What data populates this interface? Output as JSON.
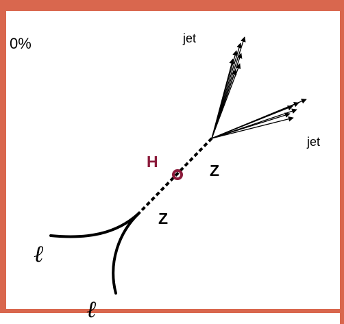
{
  "corner_text": "0%",
  "labels": {
    "jet_top": "jet",
    "jet_right": "jet",
    "higgs": "H",
    "z_upper": "Z",
    "z_lower": "Z",
    "lepton_1": "ℓ",
    "lepton_2": "ℓ"
  },
  "colors": {
    "border": "#d9674e",
    "higgs": "#8b1a3a",
    "lines": "#000000"
  }
}
